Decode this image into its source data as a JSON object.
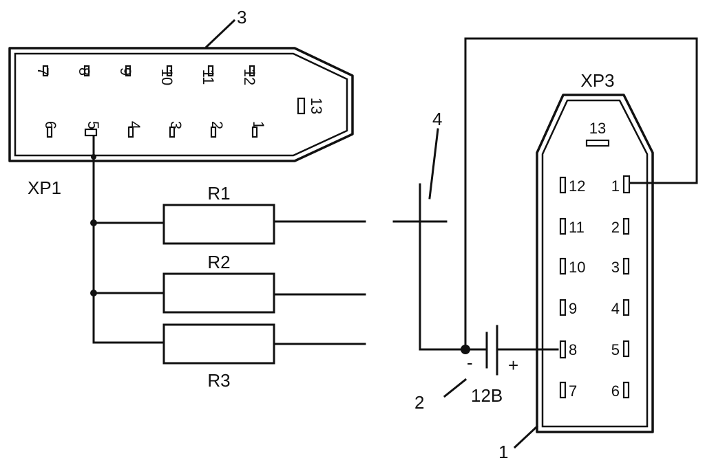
{
  "connectors": {
    "xp1": {
      "name": "XP1",
      "top_pins": [
        "7",
        "8",
        "9",
        "10",
        "11",
        "12"
      ],
      "bottom_pins": [
        "6",
        "5",
        "4",
        "3",
        "2",
        "1"
      ],
      "side_pin": "13"
    },
    "xp3": {
      "name": "XP3",
      "top_pin": "13",
      "left_pins": [
        "12",
        "11",
        "10",
        "9",
        "8",
        "7"
      ],
      "right_pins": [
        "1",
        "2",
        "3",
        "4",
        "5",
        "6"
      ]
    }
  },
  "resistors": [
    "R1",
    "R2",
    "R3"
  ],
  "battery": {
    "minus": "-",
    "plus": "+",
    "voltage": "12B"
  },
  "callouts": [
    "1",
    "2",
    "3",
    "4"
  ]
}
